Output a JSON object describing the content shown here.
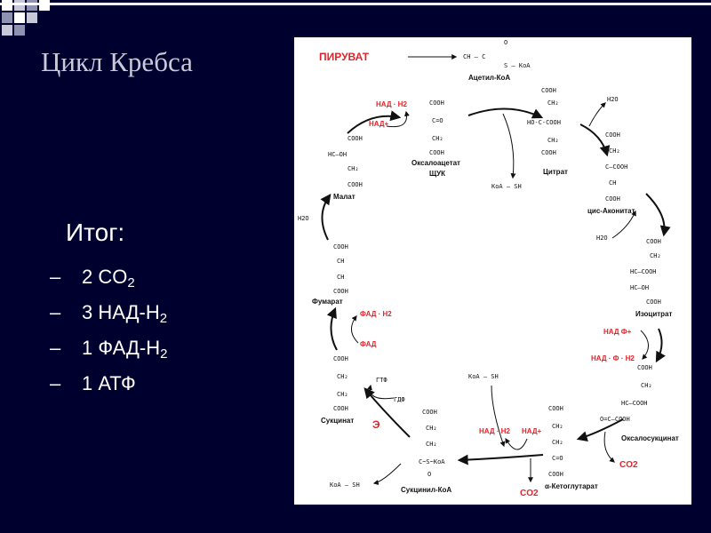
{
  "slide": {
    "title": "Цикл Кребса",
    "colors": {
      "background": "#00002e",
      "accent": "#e0242c",
      "panel": "#ffffff"
    }
  },
  "summary": {
    "heading": "Итог:",
    "items": [
      {
        "bullet": "–",
        "text": "2 CO",
        "sub": "2"
      },
      {
        "bullet": "–",
        "text": "3 НАД-Н",
        "sub": "2"
      },
      {
        "bullet": "–",
        "text": "1 ФАД-Н",
        "sub": "2"
      },
      {
        "bullet": "–",
        "text": "1 АТФ",
        "sub": ""
      }
    ]
  },
  "diagram": {
    "pyruvate": "ПИРУВАТ",
    "acetyl_formula_top": "CH — C",
    "acetyl_formula_tail": "S — KoA",
    "acetyl_o": "O",
    "acetyl": "Ацетил-КоА",
    "citrate": "Цитрат",
    "cis_aconitate": "цис-Аконитат",
    "isocitrate": "Изоцитрат",
    "oxalosuccinate": "Оксалосукцинат",
    "ketoglutarate": "α-Кетоглутарат",
    "succinyl_coa": "Сукцинил-КоА",
    "succinate": "Сукцинат",
    "fumarate": "Фумарат",
    "malate": "Малат",
    "oxaloacetate": "Оксалоацетат",
    "oxaloacetate_abbr": "ЩУК",
    "cofactors": {
      "nad_h2_top": "НАД · H2",
      "nad_plus_top": "НАД+",
      "nad_f_plus": "НАД Ф+",
      "nad_f_h2": "НАД · Ф · H2",
      "nad_h2_bottom": "НАД · H2",
      "nad_plus_bottom": "НАД+",
      "fad_h2": "ФАД · H2",
      "fad": "ФАД",
      "gtf": "ГТФ",
      "gdf": "ГДФ",
      "energy": "Э",
      "co2_right": "CO2",
      "co2_bottom": "CO2",
      "h2o_1": "H2O",
      "h2o_2": "H2O",
      "h2o_3": "H2O",
      "koa_sh_1": "KoA — SH",
      "koa_sh_2": "KoA — SH",
      "koa_sh_3": "KoA — SH"
    }
  }
}
